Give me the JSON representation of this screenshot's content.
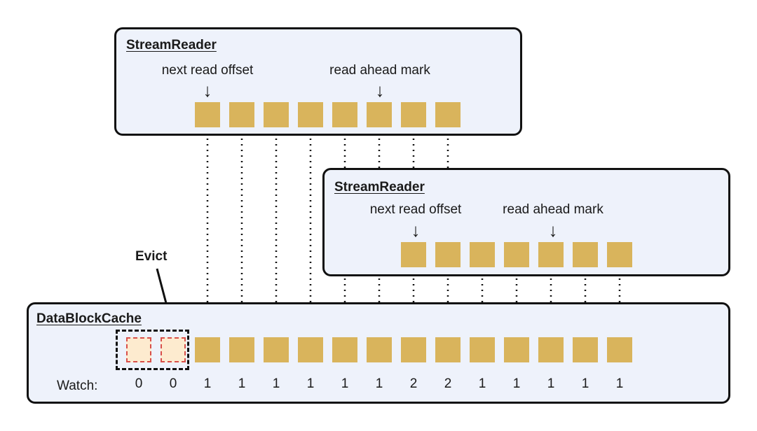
{
  "reader1": {
    "title": "StreamReader",
    "next_read_label": "next read offset",
    "read_ahead_label": "read ahead mark"
  },
  "reader2": {
    "title": "StreamReader",
    "next_read_label": "next read offset",
    "read_ahead_label": "read ahead mark"
  },
  "cache": {
    "title": "DataBlockCache",
    "evict_label": "Evict",
    "watch_label": "Watch:",
    "watch_counts": [
      "0",
      "0",
      "1",
      "1",
      "1",
      "1",
      "1",
      "1",
      "2",
      "2",
      "1",
      "1",
      "1",
      "1",
      "1"
    ]
  },
  "colors": {
    "block": "#d9b45c",
    "evicted_fill": "#fdebcf",
    "evicted_border": "#d9504a",
    "panel_bg": "#eef2fb"
  }
}
